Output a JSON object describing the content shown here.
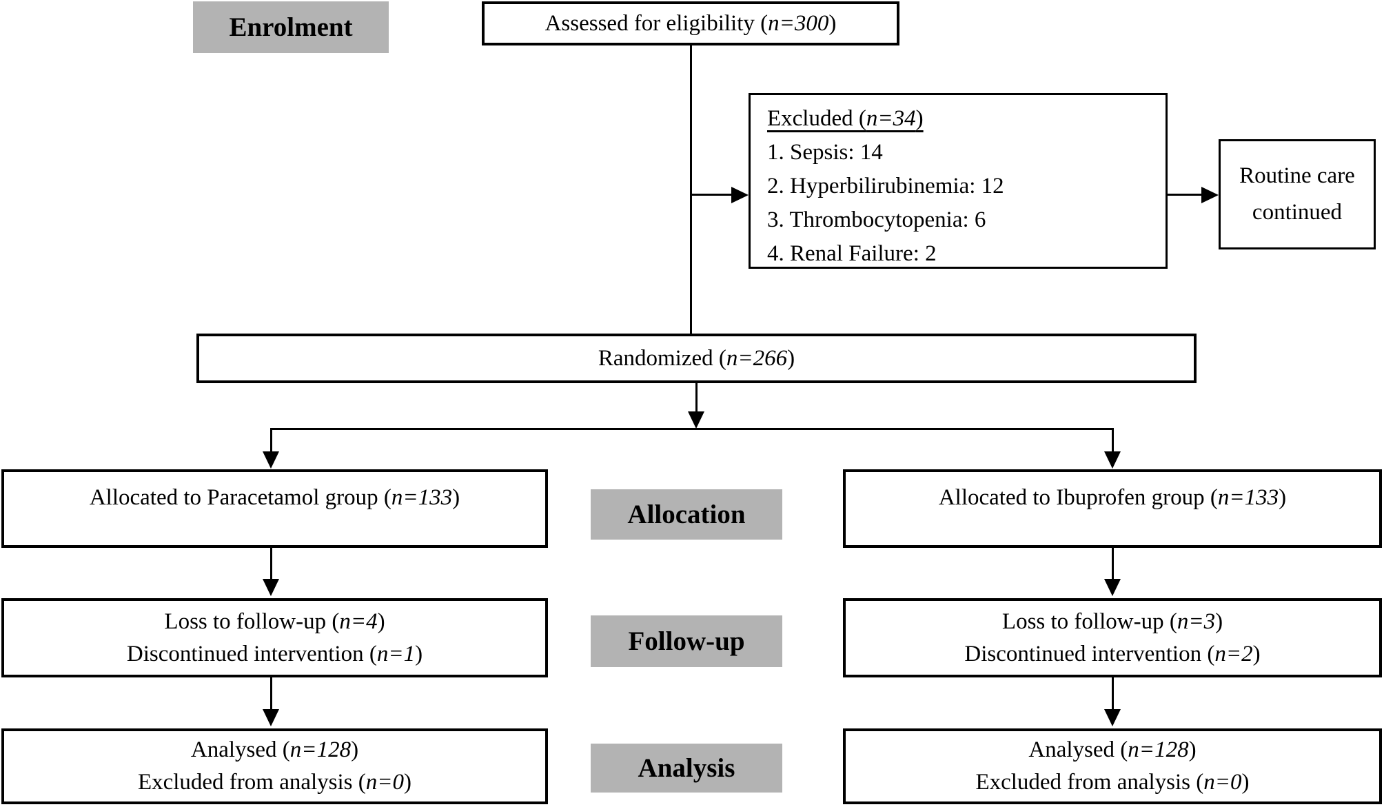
{
  "page": {
    "background": "#ffffff",
    "stage_label_fill": "#b3b3b3",
    "line_color": "#000000"
  },
  "stages": {
    "enrolment": "Enrolment",
    "allocation": "Allocation",
    "followup": "Follow-up",
    "analysis": "Analysis"
  },
  "boxes": {
    "assessed": {
      "text": "Assessed for eligibility (n=300)"
    },
    "excluded": {
      "title": "Excluded (n=34)",
      "items": [
        "1. Sepsis: 14",
        "2. Hyperbilirubinemia: 12",
        "3. Thrombocytopenia: 6",
        "4. Renal Failure: 2"
      ]
    },
    "routine_care": {
      "text": "Routine care continued"
    },
    "randomized": {
      "text": "Randomized (n=266)"
    },
    "allocated_left": {
      "text": "Allocated to Paracetamol group (n=133)"
    },
    "allocated_right": {
      "text": "Allocated to Ibuprofen group (n=133)"
    },
    "followup_left": {
      "lines": [
        "Loss to follow-up (n=4)",
        "Discontinued intervention (n=1)"
      ]
    },
    "followup_right": {
      "lines": [
        "Loss to follow-up (n=3)",
        "Discontinued intervention (n=2)"
      ]
    },
    "analysis_left": {
      "lines": [
        "Analysed (n=128)",
        "Excluded from analysis (n=0)"
      ]
    },
    "analysis_right": {
      "lines": [
        "Analysed (n=128)",
        "Excluded from analysis (n=0)"
      ]
    }
  }
}
